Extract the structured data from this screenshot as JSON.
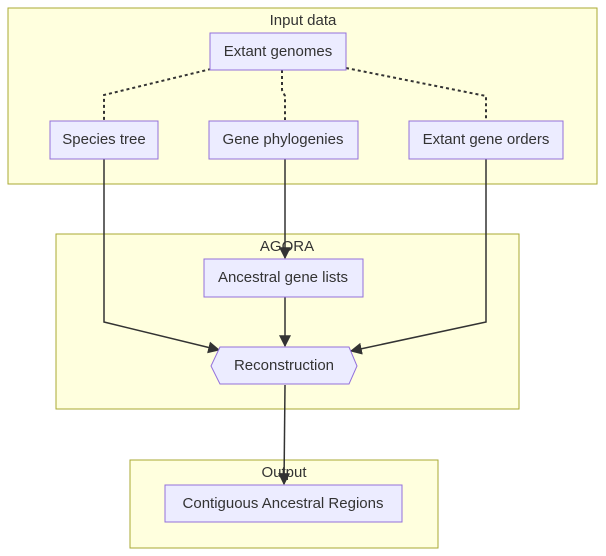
{
  "groups": {
    "input": {
      "label": "Input data"
    },
    "agora": {
      "label": "AGORA"
    },
    "output": {
      "label": "Output"
    }
  },
  "nodes": {
    "extant_genomes": "Extant genomes",
    "species_tree": "Species tree",
    "gene_phylogenies": "Gene phylogenies",
    "extant_gene_orders": "Extant gene orders",
    "ancestral_gene_lists": "Ancestral gene lists",
    "reconstruction": "Reconstruction",
    "contiguous_ancestral_regions": "Contiguous Ancestral Regions"
  },
  "colors": {
    "group_fill": "#ffffde",
    "group_stroke": "#aaaa33",
    "node_fill": "#ececff",
    "node_stroke": "#9370db",
    "edge": "#333333",
    "text": "#333333"
  }
}
